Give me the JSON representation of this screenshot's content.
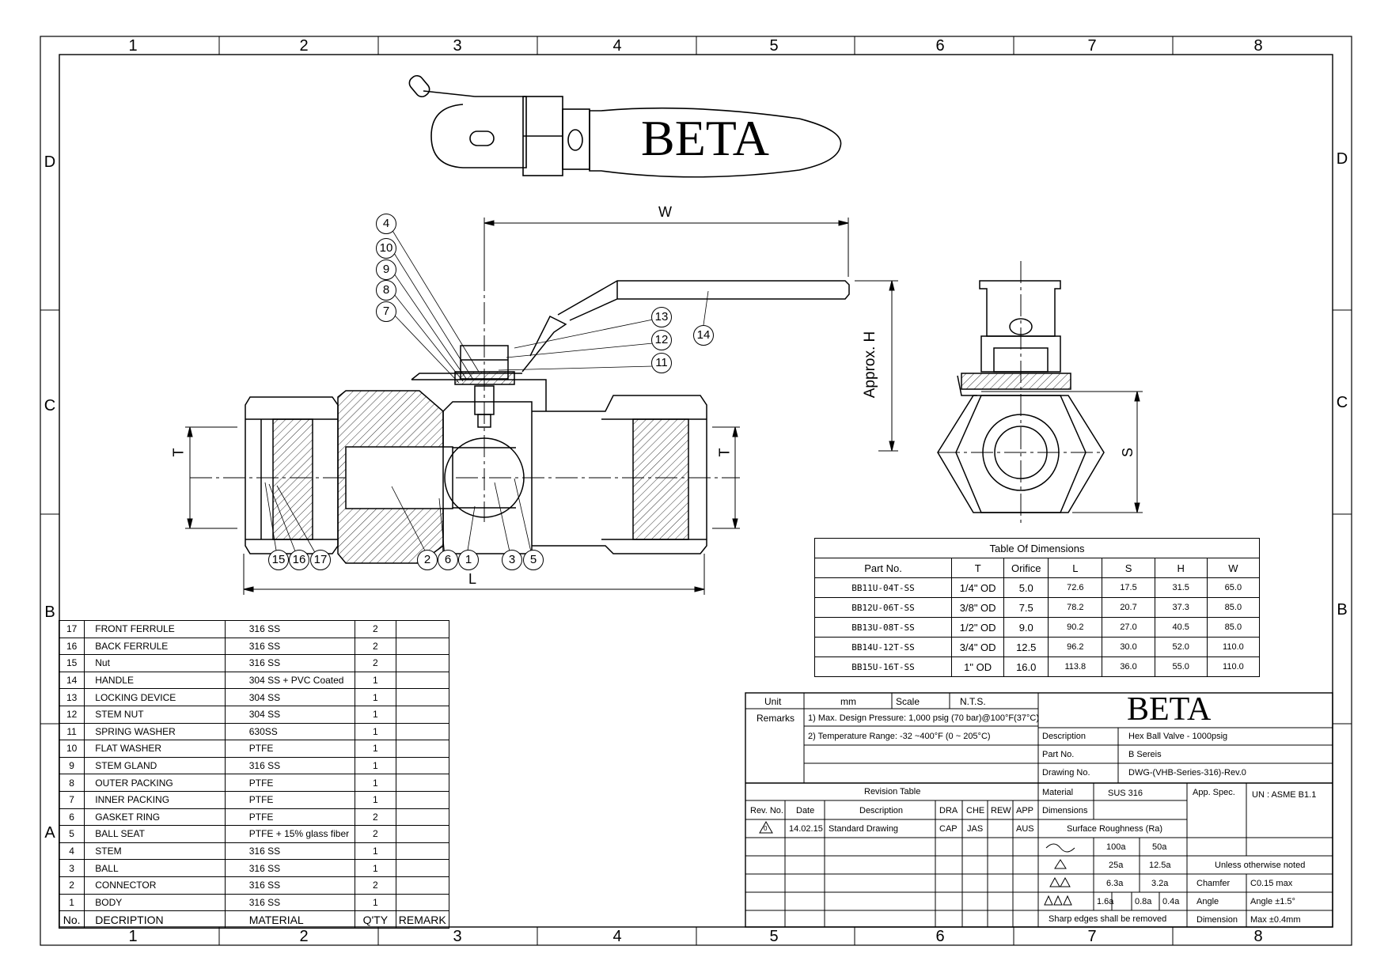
{
  "brand": "BETA",
  "zones": {
    "columns": [
      "1",
      "2",
      "3",
      "4",
      "5",
      "6",
      "7",
      "8"
    ],
    "rows": [
      "D",
      "C",
      "B",
      "A"
    ]
  },
  "dimension_labels": {
    "w": "W",
    "l": "L",
    "t": "T",
    "h": "Approx. H",
    "s": "S"
  },
  "balloons": [
    "1",
    "2",
    "3",
    "4",
    "5",
    "6",
    "7",
    "8",
    "9",
    "10",
    "11",
    "12",
    "13",
    "14",
    "15",
    "16",
    "17"
  ],
  "bom": {
    "header": {
      "no": "No.",
      "description": "DECRIPTION",
      "material": "MATERIAL",
      "qty": "Q'TY",
      "remark": "REMARK"
    },
    "rows": [
      {
        "no": "17",
        "description": "FRONT FERRULE",
        "material": "316 SS",
        "qty": "2"
      },
      {
        "no": "16",
        "description": "BACK FERRULE",
        "material": "316 SS",
        "qty": "2"
      },
      {
        "no": "15",
        "description": "Nut",
        "material": "316 SS",
        "qty": "2"
      },
      {
        "no": "14",
        "description": "HANDLE",
        "material": "304 SS + PVC Coated",
        "qty": "1"
      },
      {
        "no": "13",
        "description": "LOCKING DEVICE",
        "material": "304 SS",
        "qty": "1"
      },
      {
        "no": "12",
        "description": "STEM NUT",
        "material": "304 SS",
        "qty": "1"
      },
      {
        "no": "11",
        "description": "SPRING WASHER",
        "material": "630SS",
        "qty": "1"
      },
      {
        "no": "10",
        "description": "FLAT WASHER",
        "material": "PTFE",
        "qty": "1"
      },
      {
        "no": "9",
        "description": "STEM GLAND",
        "material": "316 SS",
        "qty": "1"
      },
      {
        "no": "8",
        "description": "OUTER PACKING",
        "material": "PTFE",
        "qty": "1"
      },
      {
        "no": "7",
        "description": "INNER PACKING",
        "material": "PTFE",
        "qty": "1"
      },
      {
        "no": "6",
        "description": "GASKET RING",
        "material": "PTFE",
        "qty": "2"
      },
      {
        "no": "5",
        "description": "BALL SEAT",
        "material": "PTFE + 15% glass fiber",
        "qty": "2"
      },
      {
        "no": "4",
        "description": "STEM",
        "material": "316 SS",
        "qty": "1"
      },
      {
        "no": "3",
        "description": "BALL",
        "material": "316 SS",
        "qty": "1"
      },
      {
        "no": "2",
        "description": "CONNECTOR",
        "material": "316 SS",
        "qty": "2"
      },
      {
        "no": "1",
        "description": "BODY",
        "material": "316 SS",
        "qty": "1"
      }
    ]
  },
  "dimensions_table": {
    "title": "Table Of Dimensions",
    "headers": [
      "Part No.",
      "T",
      "Orifice",
      "L",
      "S",
      "H",
      "W"
    ],
    "rows": [
      [
        "BB11U-04T-SS",
        "1/4\" OD",
        "5.0",
        "72.6",
        "17.5",
        "31.5",
        "65.0"
      ],
      [
        "BB12U-06T-SS",
        "3/8\" OD",
        "7.5",
        "78.2",
        "20.7",
        "37.3",
        "85.0"
      ],
      [
        "BB13U-08T-SS",
        "1/2\" OD",
        "9.0",
        "90.2",
        "27.0",
        "40.5",
        "85.0"
      ],
      [
        "BB14U-12T-SS",
        "3/4\" OD",
        "12.5",
        "96.2",
        "30.0",
        "52.0",
        "110.0"
      ],
      [
        "BB15U-16T-SS",
        "1\" OD",
        "16.0",
        "113.8",
        "36.0",
        "55.0",
        "110.0"
      ]
    ]
  },
  "title_block": {
    "unit_label": "Unit",
    "unit_value": "mm",
    "scale_label": "Scale",
    "scale_value": "N.T.S.",
    "remarks_label": "Remarks",
    "remark1": "1) Max. Design Pressure: 1,000 psig (70 bar)@100°F(37°C)",
    "remark2": "2) Temperature Range: -32 ~400°F (0 ~ 205°C)",
    "description_label": "Description",
    "description_value": "Hex Ball Valve - 1000psig",
    "partno_label": "Part No.",
    "partno_value": "B Sereis",
    "drawingno_label": "Drawing No.",
    "drawingno_value": "DWG-(VHB-Series-316)-Rev.0",
    "revision_title": "Revision Table",
    "rev_headers": [
      "Rev. No.",
      "Date",
      "Description",
      "DRA",
      "CHE",
      "REW",
      "APP"
    ],
    "rev_row": {
      "rev": "0",
      "date": "14.02.15",
      "description": "Standard Drawing",
      "dra": "CAP",
      "che": "JAS",
      "rew": "",
      "app": "AUS"
    },
    "material_label": "Material",
    "material_value": "SUS 316",
    "appspec_label": "App. Spec.",
    "appspec_value": "UN : ASME B1.1",
    "dimensions_label": "Dimensions",
    "roughness_title": "Surface Roughness (Ra)",
    "roughness": [
      {
        "a": "100a",
        "b": "50a"
      },
      {
        "a": "25a",
        "b": "12.5a"
      },
      {
        "a": "6.3a",
        "b": "3.2a"
      },
      {
        "a": "1.6a",
        "b": "0.8a",
        "c": "0.4a"
      }
    ],
    "sharp_edges": "Sharp edges shall be  removed",
    "unless_noted": "Unless otherwise noted",
    "chamfer_label": "Chamfer",
    "chamfer_value": "C0.15 max",
    "angle_label": "Angle",
    "angle_value": "Angle ±1.5°",
    "dimension_label": "Dimension",
    "dimension_value": "Max ±0.4mm"
  }
}
